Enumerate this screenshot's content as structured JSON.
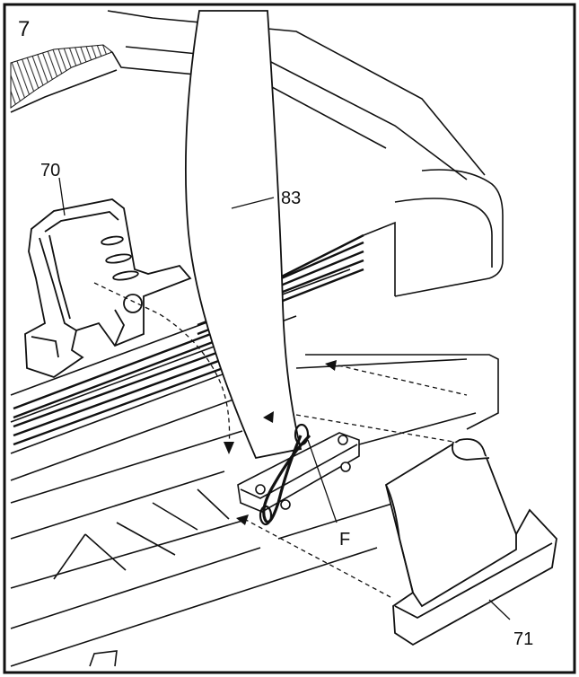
{
  "step": {
    "number": "7"
  },
  "callouts": {
    "handrail_cover": "70",
    "upright": "83",
    "wire": "F",
    "base_cover": "71"
  },
  "colors": {
    "line": "#111111",
    "shade": "#9a9a9a",
    "background": "#ffffff"
  }
}
